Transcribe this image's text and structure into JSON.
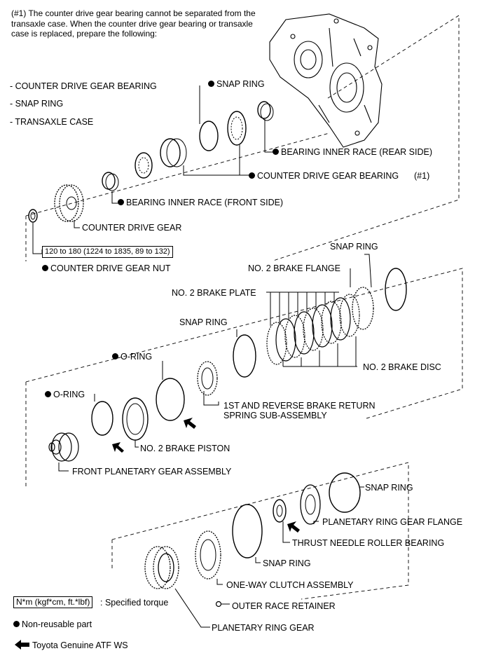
{
  "note": "(#1) The counter drive gear bearing cannot be separated from the transaxle case. When the counter drive gear bearing or transaxle case is replaced, prepare the following:",
  "prep_items": [
    "- COUNTER DRIVE GEAR BEARING",
    "- SNAP RING",
    "- TRANSAXLE CASE"
  ],
  "labels": {
    "snap_ring_1": "SNAP RING",
    "bearing_inner_race_rear": "BEARING INNER RACE (REAR SIDE)",
    "counter_drive_gear_bearing": "COUNTER DRIVE GEAR BEARING",
    "ref_1": "(#1)",
    "bearing_inner_race_front": "BEARING INNER RACE (FRONT SIDE)",
    "counter_drive_gear": "COUNTER DRIVE GEAR",
    "torque_value": "120 to 180 (1224 to 1835, 89 to 132)",
    "counter_drive_gear_nut": "COUNTER DRIVE GEAR NUT",
    "snap_ring_2": "SNAP RING",
    "no2_brake_flange": "NO. 2 BRAKE FLANGE",
    "no2_brake_plate": "NO. 2 BRAKE PLATE",
    "snap_ring_3": "SNAP RING",
    "no2_brake_disc": "NO. 2 BRAKE DISC",
    "o_ring_1": "O-RING",
    "o_ring_2": "O-RING",
    "return_spring_line1": "1ST AND REVERSE BRAKE RETURN",
    "return_spring_line2": "SPRING SUB-ASSEMBLY",
    "no2_brake_piston": "NO. 2 BRAKE PISTON",
    "front_planetary_gear": "FRONT PLANETARY GEAR ASSEMBLY",
    "snap_ring_4": "SNAP RING",
    "planetary_ring_gear_flange": "PLANETARY RING GEAR FLANGE",
    "thrust_needle_roller_bearing": "THRUST NEEDLE ROLLER BEARING",
    "snap_ring_5": "SNAP RING",
    "one_way_clutch": "ONE-WAY CLUTCH ASSEMBLY",
    "outer_race_retainer": "OUTER RACE RETAINER",
    "planetary_ring_gear": "PLANETARY RING GEAR"
  },
  "legend": {
    "torque_unit": "N*m (kgf*cm, ft.*lbf)",
    "torque_desc": ": Specified torque",
    "non_reusable": "Non-reusable part",
    "atf": "Toyota Genuine ATF WS"
  }
}
